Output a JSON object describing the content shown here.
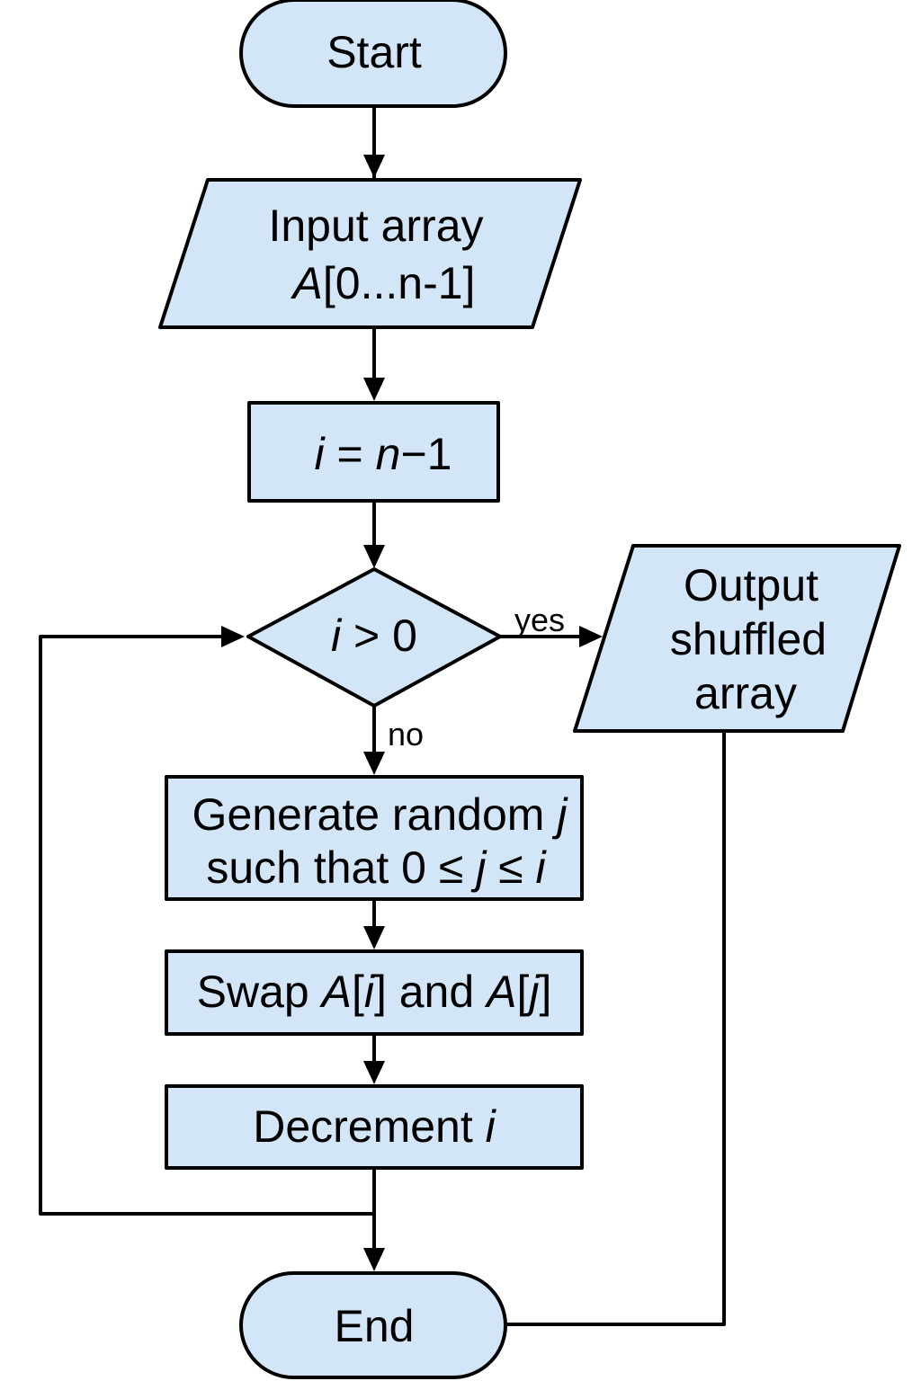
{
  "nodes": {
    "start": {
      "label": "Start"
    },
    "input": {
      "line1": "Input array",
      "line2": {
        "var": "A",
        "rest": "[0...n-1]"
      }
    },
    "init": {
      "i": "i",
      "eq": " = ",
      "n": "n",
      "rest": "−1"
    },
    "decision": {
      "i": "i",
      "rest": " > 0"
    },
    "output": {
      "line1": "Output",
      "line2": "shuffled",
      "line3": "array"
    },
    "generate": {
      "line1_text": "Generate random ",
      "line1_var": "j",
      "line2_text": "such that 0 ≤ ",
      "line2_var_j": "j",
      "line2_mid": " ≤ ",
      "line2_var_i": "i"
    },
    "swap": {
      "t1": "Swap ",
      "a1": "A",
      "b1": "[",
      "i": "i",
      "b2": "] and ",
      "a2": "A",
      "b3": "[",
      "j": "j",
      "b4": "]"
    },
    "decrement": {
      "text": "Decrement ",
      "var": "i"
    },
    "end": {
      "label": "End"
    }
  },
  "edges": {
    "yes_label": "yes",
    "no_label": "no"
  },
  "colors": {
    "node_fill": "#d3e6f7",
    "stroke": "#000000"
  }
}
